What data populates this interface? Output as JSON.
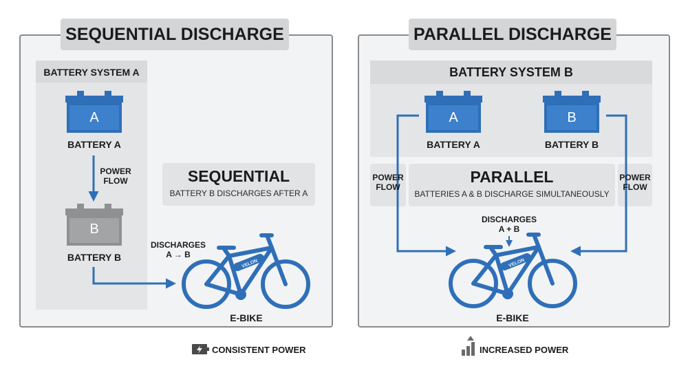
{
  "colors": {
    "accent": "#2f6fb8",
    "inactive": "#8f9092",
    "panel": "#f2f3f5",
    "banner": "#d4d5d7"
  },
  "left": {
    "title": "SEQUENTIAL DISCHARGE",
    "system_label": "BATTERY SYSTEM A",
    "battery_a": {
      "letter": "A",
      "label": "BATTERY A"
    },
    "battery_b": {
      "letter": "B",
      "label": "BATTERY B"
    },
    "power_flow_line1": "POWER",
    "power_flow_line2": "FLOW",
    "info_title": "SEQUENTIAL",
    "info_sub": "BATTERY B DISCHARGES AFTER A",
    "discharge_line1": "DISCHARGES",
    "discharge_line2": "A → B",
    "bike_brand": "VELON",
    "bike_label": "E-BIKE",
    "legend": "CONSISTENT POWER"
  },
  "right": {
    "title": "PARALLEL DISCHARGE",
    "system_label": "BATTERY SYSTEM B",
    "battery_a": {
      "letter": "A",
      "label": "BATTERY A"
    },
    "battery_b": {
      "letter": "B",
      "label": "BATTERY B"
    },
    "power_flow_line1": "POWER",
    "power_flow_line2": "FLOW",
    "info_title": "PARALLEL",
    "info_sub": "BATTERIES A & B DISCHARGE SIMULTANEOUSLY",
    "discharge_line1": "DISCHARGES",
    "discharge_line2": "A + B",
    "bike_brand": "VELON",
    "bike_label": "E-BIKE",
    "legend": "INCREASED POWER"
  }
}
